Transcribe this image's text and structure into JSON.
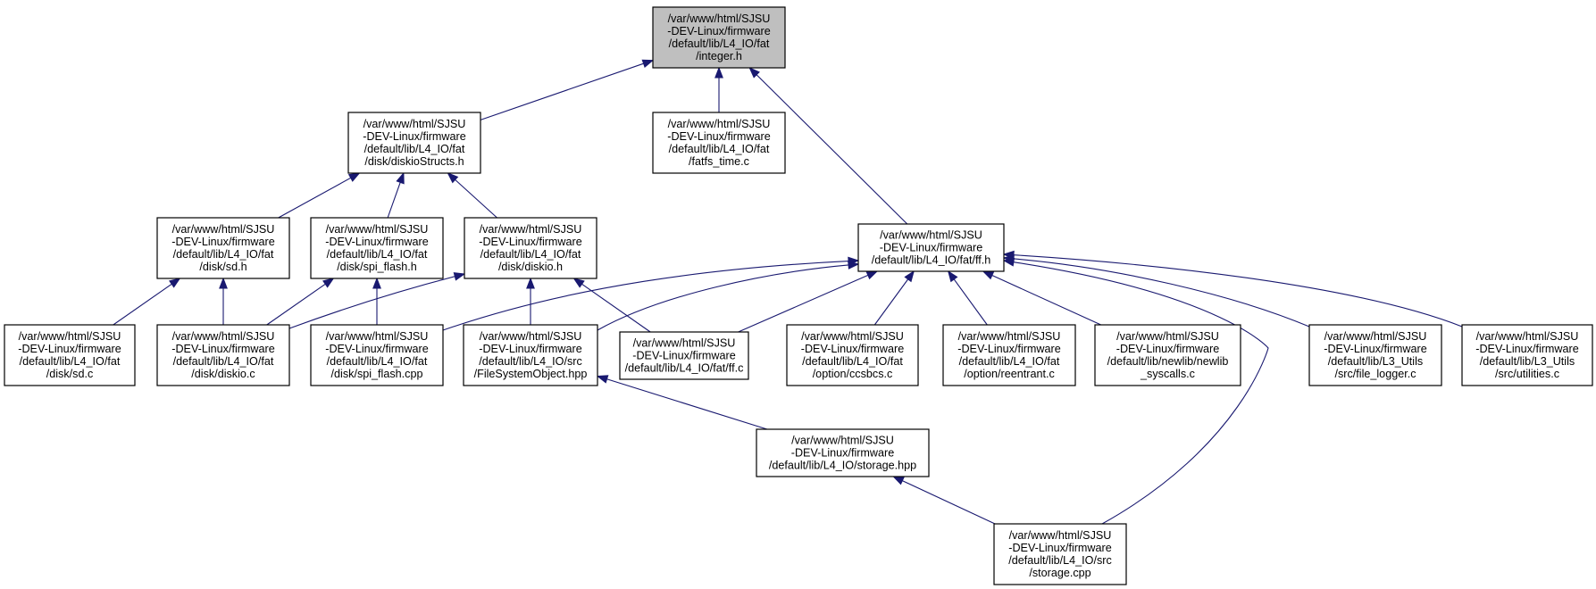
{
  "diagram": {
    "nodes": [
      {
        "id": "integer_h",
        "root": true,
        "lines": [
          "/var/www/html/SJSU",
          "-DEV-Linux/firmware",
          "/default/lib/L4_IO/fat",
          "/integer.h"
        ]
      },
      {
        "id": "diskioStructs_h",
        "lines": [
          "/var/www/html/SJSU",
          "-DEV-Linux/firmware",
          "/default/lib/L4_IO/fat",
          "/disk/diskioStructs.h"
        ]
      },
      {
        "id": "fatfs_time_c",
        "lines": [
          "/var/www/html/SJSU",
          "-DEV-Linux/firmware",
          "/default/lib/L4_IO/fat",
          "/fatfs_time.c"
        ]
      },
      {
        "id": "ff_h",
        "lines": [
          "/var/www/html/SJSU",
          "-DEV-Linux/firmware",
          "/default/lib/L4_IO/fat/ff.h"
        ]
      },
      {
        "id": "sd_h",
        "lines": [
          "/var/www/html/SJSU",
          "-DEV-Linux/firmware",
          "/default/lib/L4_IO/fat",
          "/disk/sd.h"
        ]
      },
      {
        "id": "spi_flash_h",
        "lines": [
          "/var/www/html/SJSU",
          "-DEV-Linux/firmware",
          "/default/lib/L4_IO/fat",
          "/disk/spi_flash.h"
        ]
      },
      {
        "id": "diskio_h",
        "lines": [
          "/var/www/html/SJSU",
          "-DEV-Linux/firmware",
          "/default/lib/L4_IO/fat",
          "/disk/diskio.h"
        ]
      },
      {
        "id": "sd_c",
        "lines": [
          "/var/www/html/SJSU",
          "-DEV-Linux/firmware",
          "/default/lib/L4_IO/fat",
          "/disk/sd.c"
        ]
      },
      {
        "id": "diskio_c",
        "lines": [
          "/var/www/html/SJSU",
          "-DEV-Linux/firmware",
          "/default/lib/L4_IO/fat",
          "/disk/diskio.c"
        ]
      },
      {
        "id": "spi_flash_cpp",
        "lines": [
          "/var/www/html/SJSU",
          "-DEV-Linux/firmware",
          "/default/lib/L4_IO/fat",
          "/disk/spi_flash.cpp"
        ]
      },
      {
        "id": "FileSystemObject_hpp",
        "lines": [
          "/var/www/html/SJSU",
          "-DEV-Linux/firmware",
          "/default/lib/L4_IO/src",
          "/FileSystemObject.hpp"
        ]
      },
      {
        "id": "ff_c",
        "lines": [
          "/var/www/html/SJSU",
          "-DEV-Linux/firmware",
          "/default/lib/L4_IO/fat/ff.c"
        ]
      },
      {
        "id": "ccsbcs_c",
        "lines": [
          "/var/www/html/SJSU",
          "-DEV-Linux/firmware",
          "/default/lib/L4_IO/fat",
          "/option/ccsbcs.c"
        ]
      },
      {
        "id": "reentrant_c",
        "lines": [
          "/var/www/html/SJSU",
          "-DEV-Linux/firmware",
          "/default/lib/L4_IO/fat",
          "/option/reentrant.c"
        ]
      },
      {
        "id": "newlib_syscalls_c",
        "lines": [
          "/var/www/html/SJSU",
          "-DEV-Linux/firmware",
          "/default/lib/newlib/newlib",
          "_syscalls.c"
        ]
      },
      {
        "id": "file_logger_c",
        "lines": [
          "/var/www/html/SJSU",
          "-DEV-Linux/firmware",
          "/default/lib/L3_Utils",
          "/src/file_logger.c"
        ]
      },
      {
        "id": "utilities_c",
        "lines": [
          "/var/www/html/SJSU",
          "-DEV-Linux/firmware",
          "/default/lib/L3_Utils",
          "/src/utilities.c"
        ]
      },
      {
        "id": "storage_hpp",
        "lines": [
          "/var/www/html/SJSU",
          "-DEV-Linux/firmware",
          "/default/lib/L4_IO/storage.hpp"
        ]
      },
      {
        "id": "storage_cpp",
        "lines": [
          "/var/www/html/SJSU",
          "-DEV-Linux/firmware",
          "/default/lib/L4_IO/src",
          "/storage.cpp"
        ]
      }
    ],
    "edges": [
      {
        "from": "diskioStructs_h",
        "to": "integer_h"
      },
      {
        "from": "fatfs_time_c",
        "to": "integer_h"
      },
      {
        "from": "ff_h",
        "to": "integer_h"
      },
      {
        "from": "sd_h",
        "to": "diskioStructs_h"
      },
      {
        "from": "spi_flash_h",
        "to": "diskioStructs_h"
      },
      {
        "from": "diskio_h",
        "to": "diskioStructs_h"
      },
      {
        "from": "sd_c",
        "to": "sd_h"
      },
      {
        "from": "diskio_c",
        "to": "sd_h"
      },
      {
        "from": "diskio_c",
        "to": "spi_flash_h"
      },
      {
        "from": "spi_flash_cpp",
        "to": "spi_flash_h"
      },
      {
        "from": "diskio_c",
        "to": "diskio_h"
      },
      {
        "from": "FileSystemObject_hpp",
        "to": "diskio_h"
      },
      {
        "from": "ff_c",
        "to": "diskio_h"
      },
      {
        "from": "spi_flash_cpp",
        "to": "ff_h"
      },
      {
        "from": "FileSystemObject_hpp",
        "to": "ff_h"
      },
      {
        "from": "ff_c",
        "to": "ff_h"
      },
      {
        "from": "ccsbcs_c",
        "to": "ff_h"
      },
      {
        "from": "reentrant_c",
        "to": "ff_h"
      },
      {
        "from": "newlib_syscalls_c",
        "to": "ff_h"
      },
      {
        "from": "file_logger_c",
        "to": "ff_h"
      },
      {
        "from": "utilities_c",
        "to": "ff_h"
      },
      {
        "from": "storage_cpp",
        "to": "ff_h"
      },
      {
        "from": "storage_hpp",
        "to": "FileSystemObject_hpp"
      },
      {
        "from": "storage_cpp",
        "to": "storage_hpp"
      }
    ]
  }
}
